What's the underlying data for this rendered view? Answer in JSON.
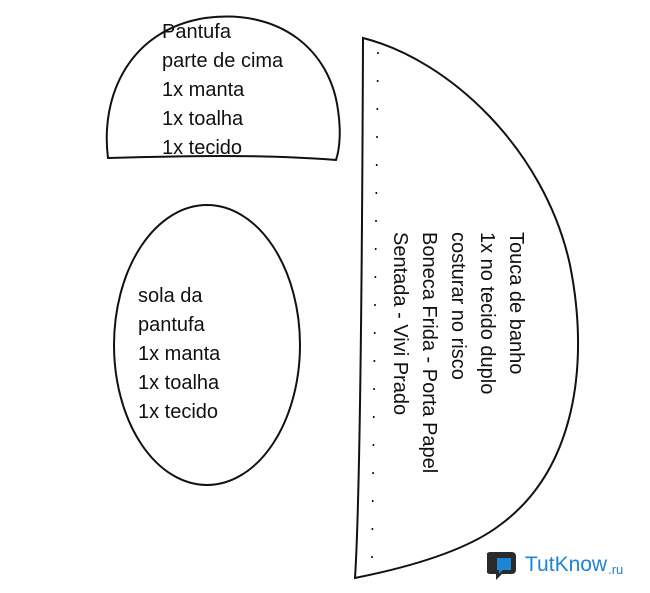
{
  "top_piece": {
    "lines": [
      "Pantufa",
      "parte de cima",
      "1x manta",
      "1x toalha",
      "1x tecido"
    ]
  },
  "sole_piece": {
    "lines": [
      "sola da",
      "pantufa",
      "1x manta",
      "1x toalha",
      "1x tecido"
    ]
  },
  "hat_piece": {
    "lines": [
      "Touca de banho",
      "1x no tecido duplo",
      "costurar no risco",
      "Boneca Frida - Porta Papel",
      "Sentada - Vivi Prado"
    ]
  },
  "watermark": {
    "brand_tut": "Tut",
    "brand_know": "Know",
    "brand_tld": ".ru",
    "logo_icon": "speech-bubble-logo-icon",
    "color": "#1e84d4"
  }
}
